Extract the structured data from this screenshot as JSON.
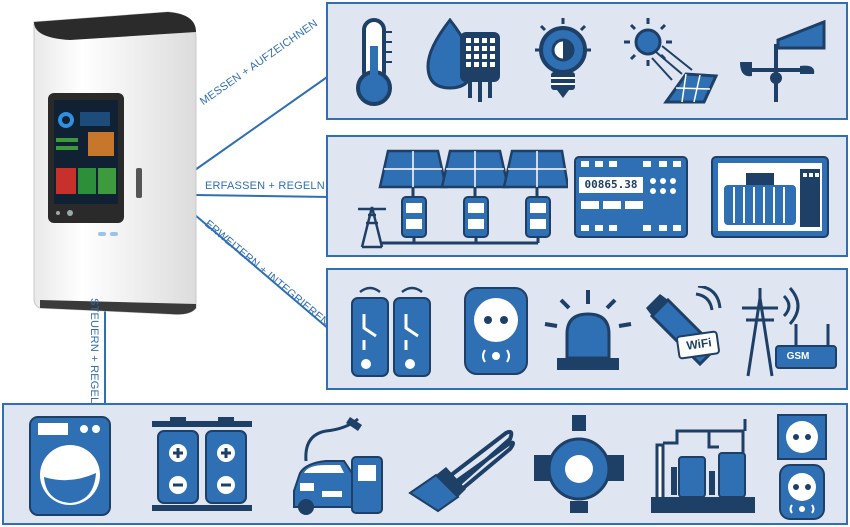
{
  "labels": {
    "measure": "MESSEN + AUFZEICHNEN",
    "capture": "ERFASSEN + REGELN",
    "extend": "ERWEITERN + INTEGRIEREN",
    "control": "STEUERN + REGELN"
  },
  "meter_display": "00865.38",
  "wifi_label": "WiFi",
  "gsm_label": "GSM",
  "colors": {
    "accent": "#2f6fb4",
    "dark": "#1e3f66",
    "panel": "#dfe6f2",
    "device": "#f4f4f4"
  },
  "icons": {
    "row1": [
      "thermometer-icon",
      "humidity-icon",
      "light-bulb-icon",
      "solar-irradiance-icon",
      "weather-station-icon"
    ],
    "row2": [
      "solar-meters-icon",
      "energy-meter-icon",
      "generator-icon"
    ],
    "row3": [
      "relay-sensors-icon",
      "smart-plug-icon",
      "alarm-beacon-icon",
      "wifi-stick-icon",
      "gsm-router-icon"
    ],
    "row4": [
      "washing-machine-icon",
      "battery-icon",
      "ev-charger-icon",
      "immersion-heater-icon",
      "circulation-pump-icon",
      "water-treatment-icon",
      "socket-icon"
    ]
  }
}
